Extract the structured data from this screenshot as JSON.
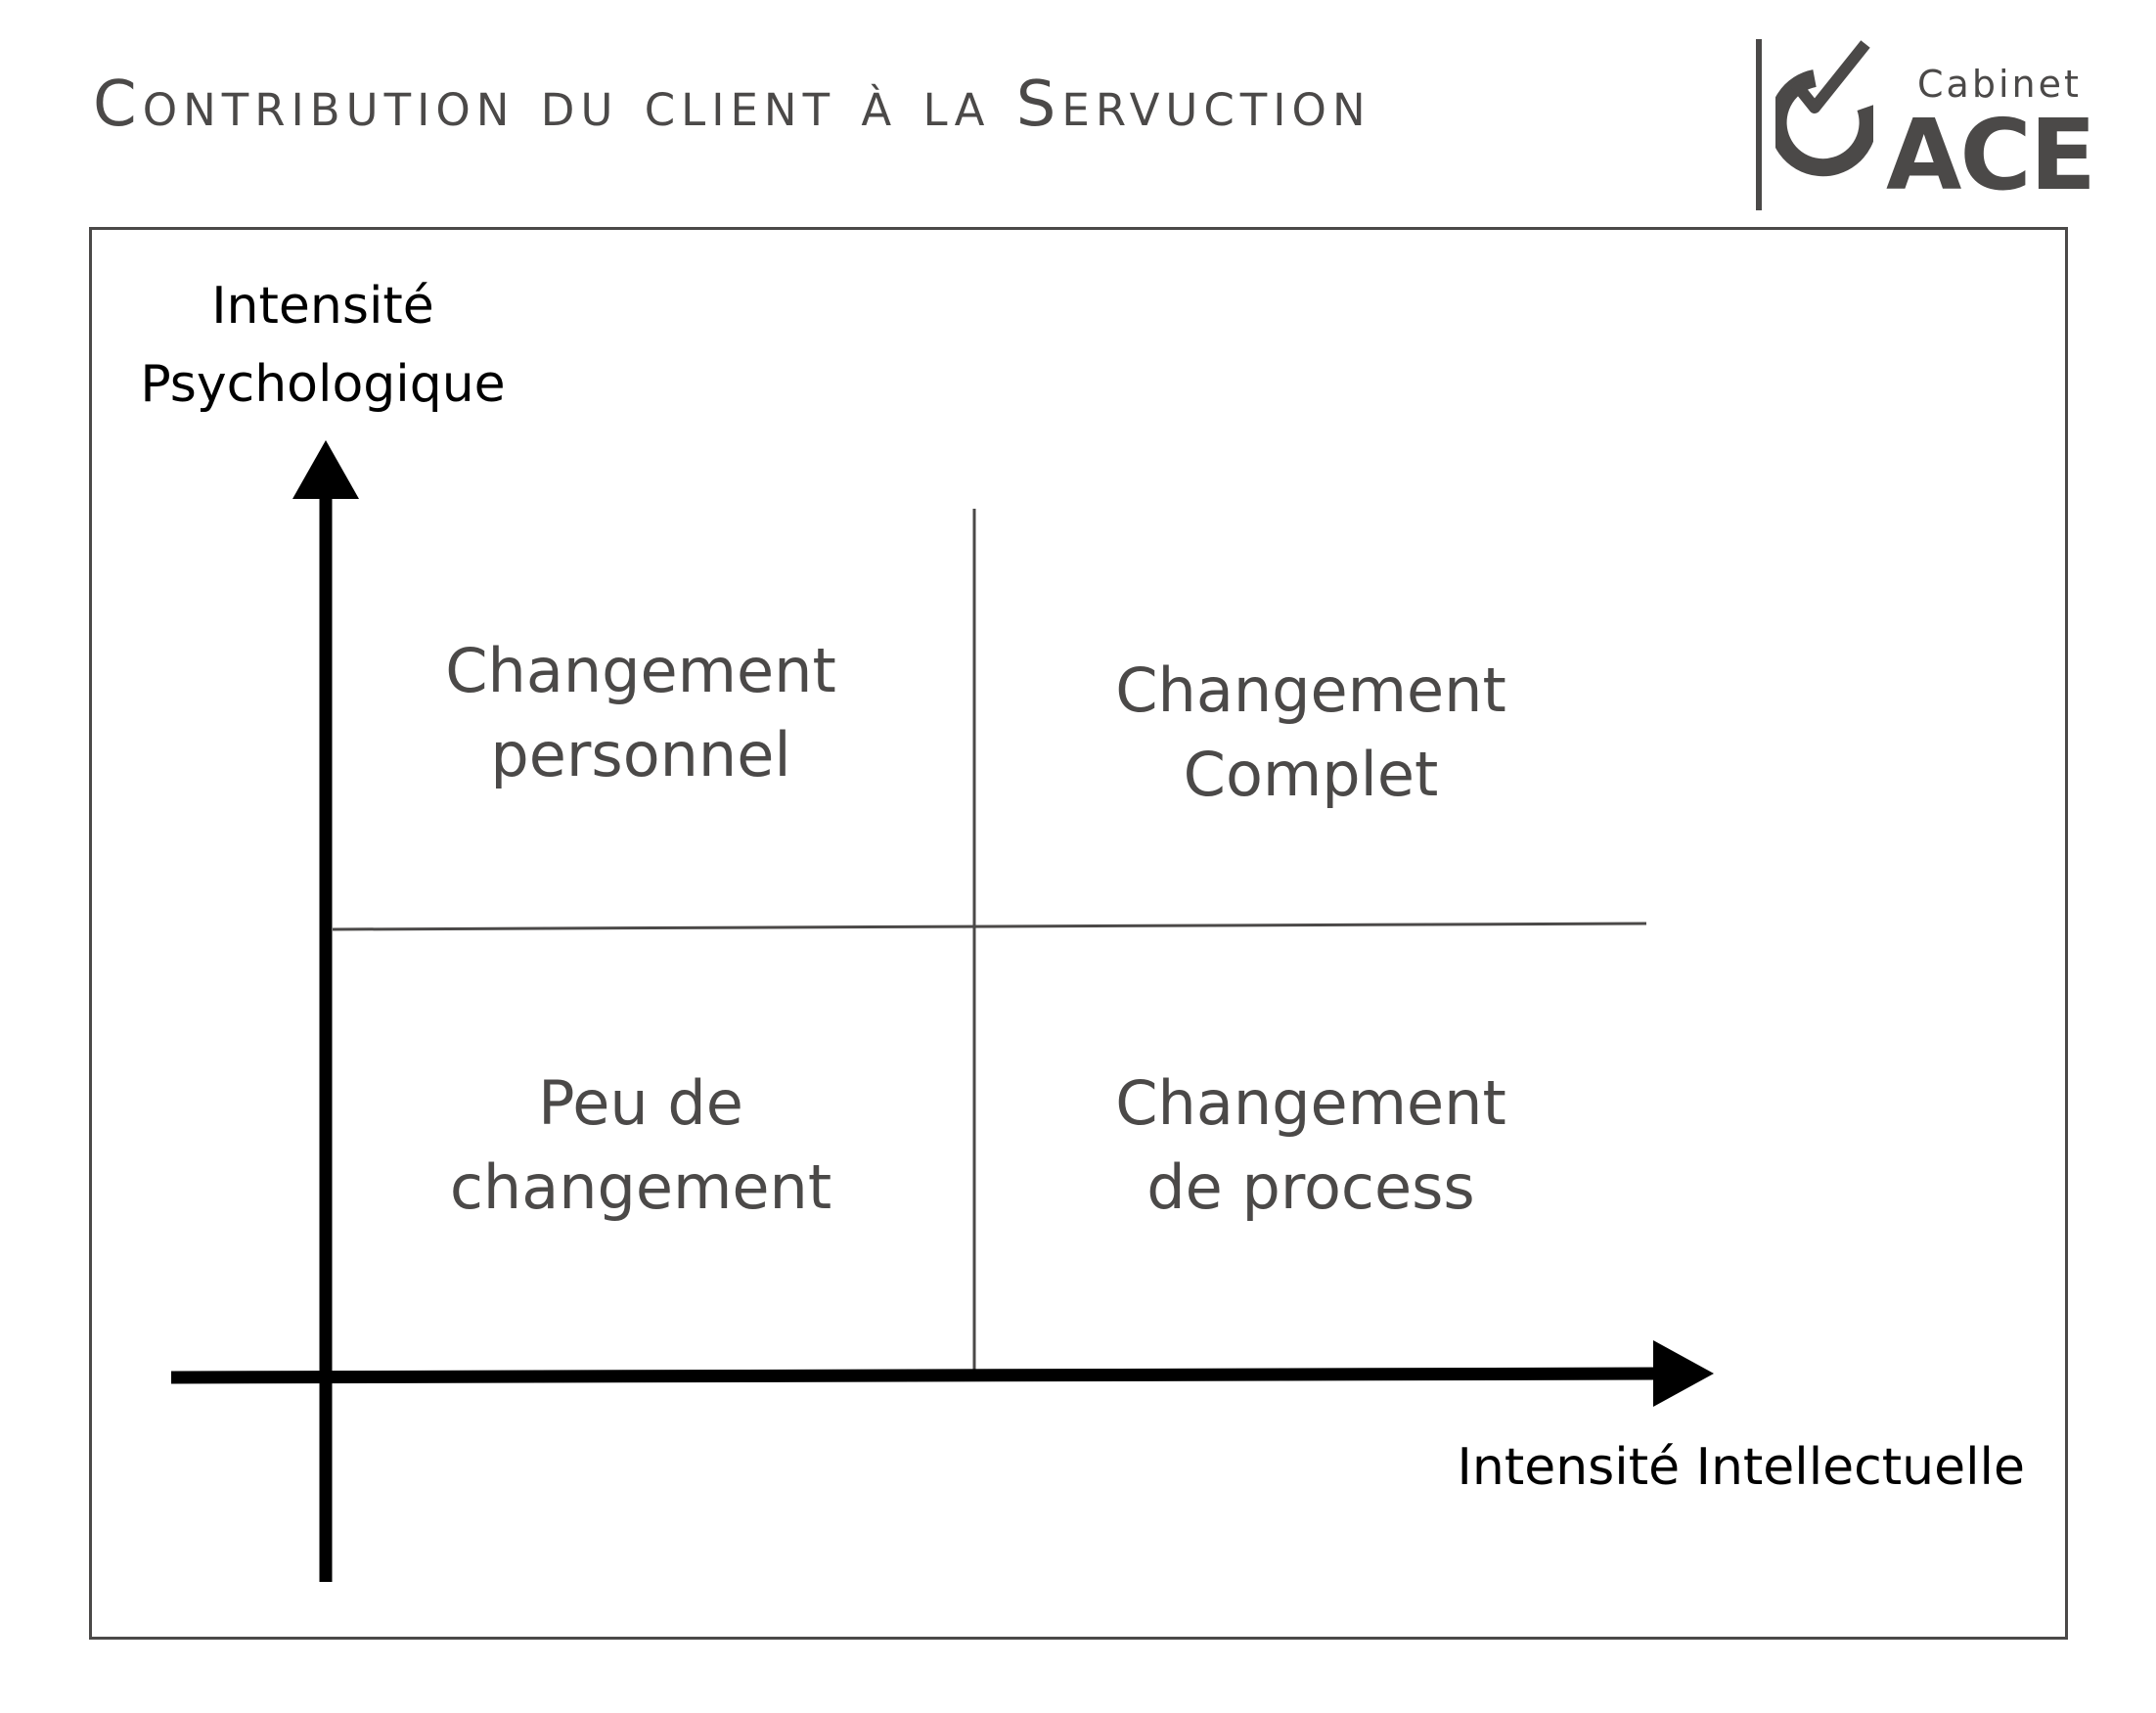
{
  "header": {
    "title": "Contribution du client à la Servuction"
  },
  "logo": {
    "top_word": "Cabinet",
    "brand": "ACE"
  },
  "axes": {
    "y_label_line1": "Intensité",
    "y_label_line2": "Psychologique",
    "x_label": "Intensité Intellectuelle"
  },
  "quadrants": {
    "top_left": {
      "line1": "Changement",
      "line2": "personnel"
    },
    "top_right": {
      "line1": "Changement",
      "line2": "Complet"
    },
    "bottom_left": {
      "line1": "Peu de",
      "line2": "changement"
    },
    "bottom_right": {
      "line1": "Changement",
      "line2": "de process"
    }
  },
  "colors": {
    "text_gray": "#4b4948",
    "axis_black": "#000000",
    "frame_gray": "#4b4948"
  }
}
